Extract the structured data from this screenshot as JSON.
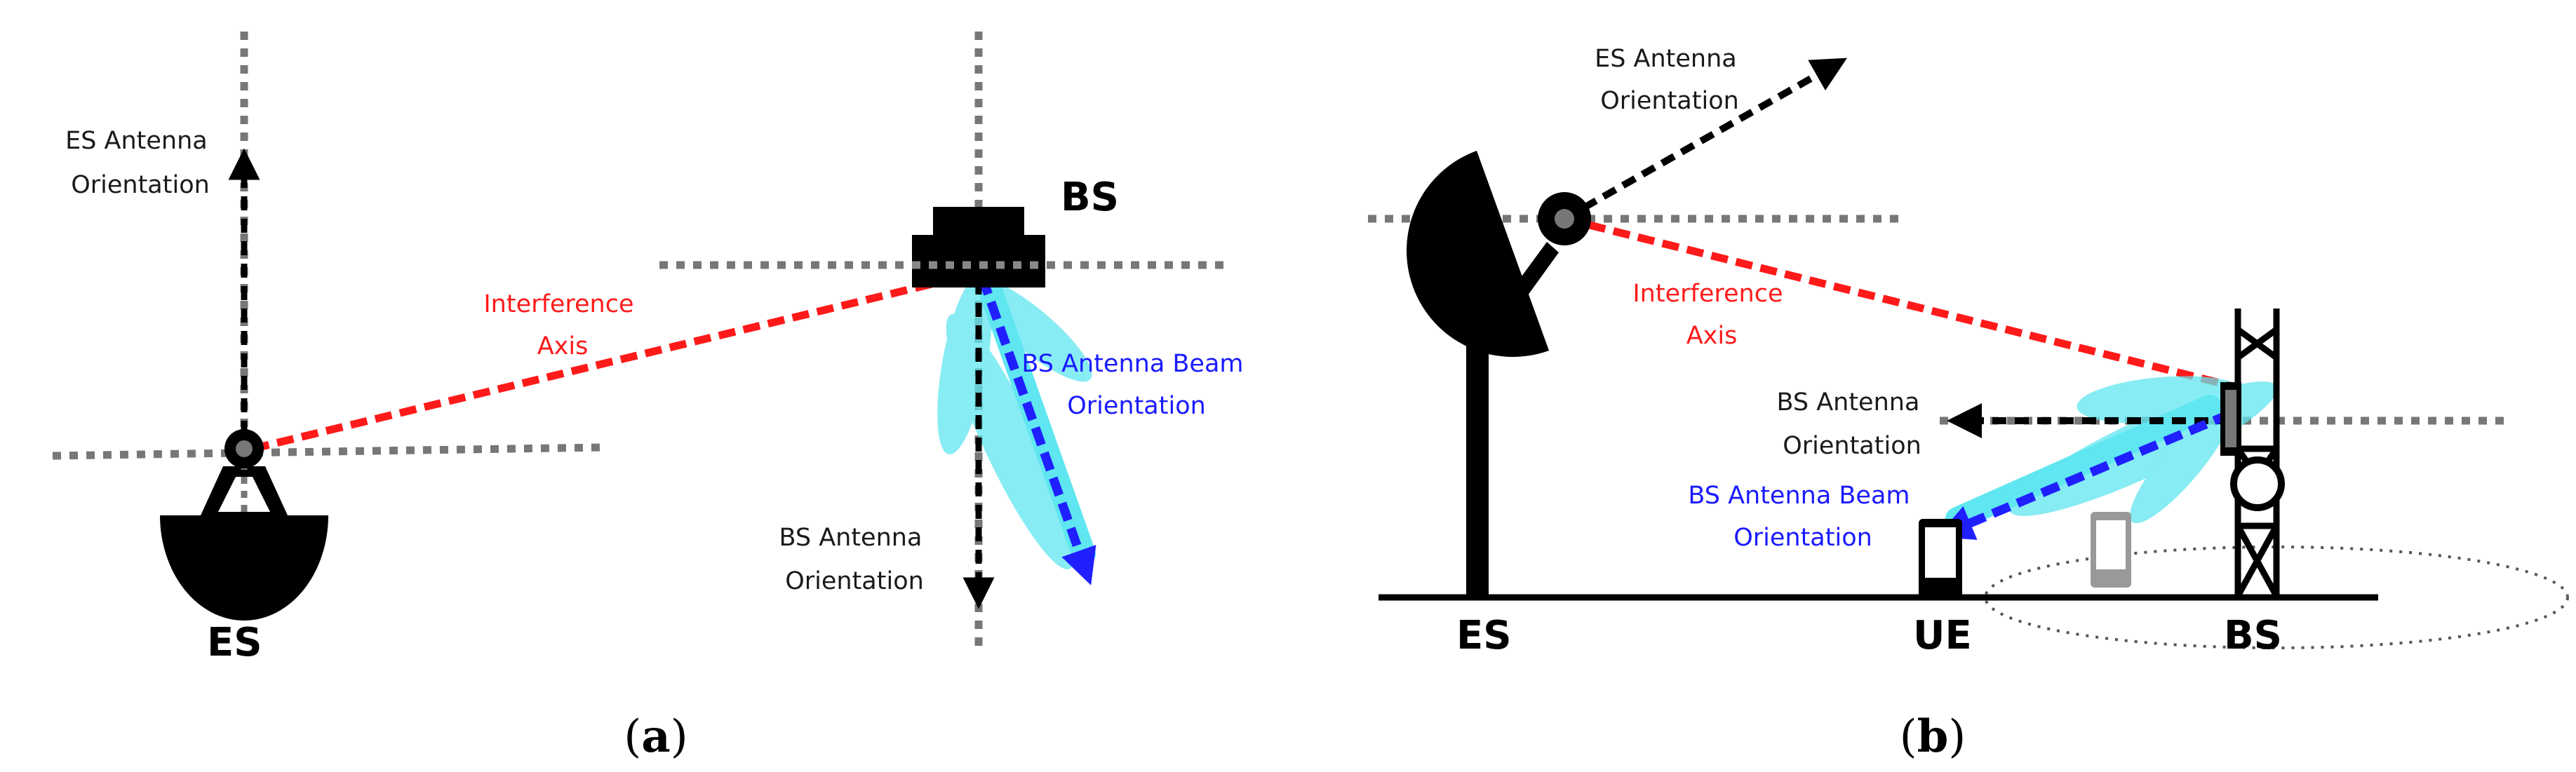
{
  "panel_a": {
    "caption_letter": "a",
    "es_orientation": [
      "ES Antenna",
      "Orientation"
    ],
    "interference": [
      "Interference",
      "Axis"
    ],
    "bs_label": "BS",
    "bs_beam": [
      "BS Antenna Beam",
      "Orientation"
    ],
    "bs_orientation": [
      "BS Antenna",
      "Orientation"
    ],
    "es_label": "ES"
  },
  "panel_b": {
    "caption_letter": "b",
    "es_orientation": [
      "ES Antenna",
      "Orientation"
    ],
    "interference": [
      "Interference",
      "Axis"
    ],
    "bs_orientation": [
      "BS Antenna",
      "Orientation"
    ],
    "bs_beam": [
      "BS Antenna Beam",
      "Orientation"
    ],
    "es_label": "ES",
    "ue_label": "UE",
    "bs_label": "BS"
  },
  "colors": {
    "interference": "#ff1a1a",
    "beam_label": "#1a1aff",
    "beam_arrow": "#2020ff",
    "beam_lobe": "#5fe6f0",
    "dish": "#000000",
    "ref_line": "#777777"
  }
}
